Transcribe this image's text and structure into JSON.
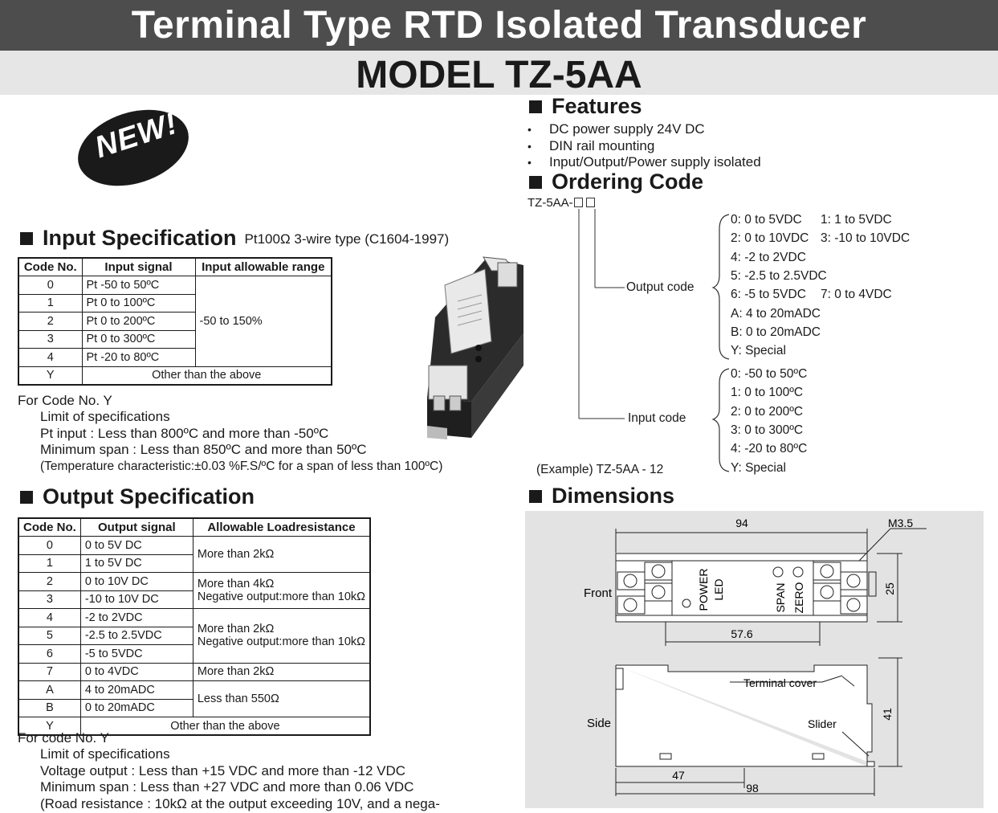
{
  "title": "Terminal Type RTD Isolated Transducer",
  "model": "MODEL TZ-5AA",
  "badge": "NEW!",
  "features": {
    "heading": "Features",
    "items": [
      "DC power supply 24V DC",
      "DIN rail mounting",
      "Input/Output/Power supply isolated"
    ]
  },
  "ordering": {
    "heading": "Ordering Code",
    "code_prefix": "TZ-5AA-",
    "output_label": "Output code",
    "input_label": "Input code",
    "output_options": [
      [
        "0: 0 to 5VDC",
        "1: 1 to 5VDC"
      ],
      [
        "2: 0 to 10VDC",
        "3: -10 to 10VDC"
      ],
      [
        "4: -2 to 2VDC",
        ""
      ],
      [
        "5: -2.5 to 2.5VDC",
        ""
      ],
      [
        "6: -5 to 5VDC",
        "7: 0 to 4VDC"
      ],
      [
        "A: 4 to 20mADC",
        ""
      ],
      [
        "B: 0 to 20mADC",
        ""
      ],
      [
        "Y: Special",
        ""
      ]
    ],
    "input_options": [
      "0: -50 to 50ºC",
      "1: 0 to 100ºC",
      "2: 0 to 200ºC",
      "3: 0 to 300ºC",
      "4: -20 to 80ºC",
      "Y: Special"
    ],
    "example": "(Example) TZ-5AA - 12"
  },
  "input_spec": {
    "heading": "Input Specification",
    "subtitle": "Pt100Ω 3-wire type (C1604-1997)",
    "headers": [
      "Code No.",
      "Input signal",
      "Input allowable range"
    ],
    "rows": [
      [
        "0",
        "Pt -50 to 50ºC"
      ],
      [
        "1",
        "Pt 0 to 100ºC"
      ],
      [
        "2",
        "Pt 0 to 200ºC"
      ],
      [
        "3",
        "Pt 0 to 300ºC"
      ],
      [
        "4",
        "Pt -20 to 80ºC"
      ]
    ],
    "range": "-50 to 150%",
    "last_code": "Y",
    "last_text": "Other than the above",
    "notes": [
      "For Code No. Y",
      "Limit of specifications",
      "Pt input : Less than 800ºC and more than -50ºC",
      "Minimum span : Less than 850ºC and more than 50ºC",
      "(Temperature characteristic:±0.03 %F.S/ºC for a span of less than 100ºC)"
    ]
  },
  "output_spec": {
    "heading": "Output Specification",
    "headers": [
      "Code No.",
      "Output signal",
      "Allowable Loadresistance"
    ],
    "rows": [
      [
        "0",
        "0 to 5V DC"
      ],
      [
        "1",
        "1 to 5V DC"
      ],
      [
        "2",
        "0 to 10V DC"
      ],
      [
        "3",
        "-10 to 10V DC"
      ],
      [
        "4",
        "-2 to 2VDC"
      ],
      [
        "5",
        "-2.5 to 2.5VDC"
      ],
      [
        "6",
        "-5 to 5VDC"
      ],
      [
        "7",
        "0 to 4VDC"
      ],
      [
        "A",
        "4 to 20mADC"
      ],
      [
        "B",
        "0 to 20mADC"
      ]
    ],
    "loads": {
      "g1": "More than 2kΩ",
      "g2a": "More than 4kΩ",
      "g2b": "Negative output:more than 10kΩ",
      "g3a": "More than 2kΩ",
      "g3b": "Negative output:more than 10kΩ",
      "g4": "More than 2kΩ",
      "g5": "Less than 550Ω"
    },
    "last_code": "Y",
    "last_text": "Other than the above",
    "notes": [
      "For code No. Y",
      "Limit of specifications",
      "Voltage output : Less than +15 VDC and more than -12 VDC",
      "Minimum span : Less than +27 VDC and more than 0.06 VDC",
      "(Road resistance : 10kΩ at the output exceeding 10V, and a nega-"
    ]
  },
  "dimensions": {
    "heading": "Dimensions",
    "front_label": "Front",
    "side_label": "Side",
    "dim_94": "94",
    "dim_m35": "M3.5",
    "dim_25": "25",
    "dim_576": "57.6",
    "dim_41": "41",
    "dim_47": "47",
    "dim_98": "98",
    "terminal_cover": "Terminal cover",
    "slider": "Slider",
    "power_led": "POWER\nLED",
    "span": "SPAN",
    "zero": "ZERO"
  }
}
